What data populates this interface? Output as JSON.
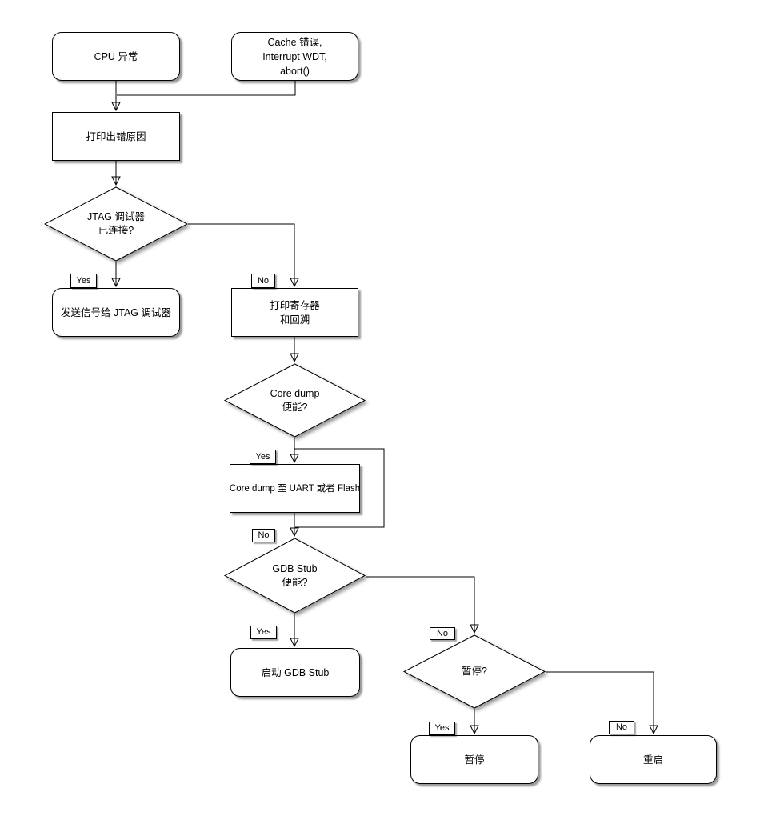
{
  "colors": {
    "stroke": "#000000",
    "node_fill": "#ffffff",
    "background": "#ffffff"
  },
  "nodes": {
    "cpu_exception": {
      "label": "CPU 异常",
      "shape": "rounded"
    },
    "cache_error": {
      "lines": [
        "Cache 错误,",
        "Interrupt WDT,",
        "abort()"
      ],
      "shape": "rounded"
    },
    "print_error_cause": {
      "label": "打印出错原因",
      "shape": "rect"
    },
    "jtag_connected": {
      "lines": [
        "JTAG 调试器",
        "已连接?"
      ],
      "shape": "diamond"
    },
    "send_signal_jtag": {
      "label": "发送信号给 JTAG 调试器",
      "shape": "rounded"
    },
    "print_registers": {
      "lines": [
        "打印寄存器",
        "和回溯"
      ],
      "shape": "rect"
    },
    "core_dump_enabled": {
      "lines": [
        "Core dump",
        "便能?"
      ],
      "shape": "diamond"
    },
    "core_dump_to_uart_flash": {
      "label": "Core dump 至 UART 或者 Flash",
      "shape": "rect"
    },
    "gdb_stub_enabled": {
      "lines": [
        "GDB Stub",
        "便能?"
      ],
      "shape": "diamond"
    },
    "start_gdb_stub": {
      "label": "启动 GDB Stub",
      "shape": "rounded"
    },
    "halt_question": {
      "label": "暂停?",
      "shape": "diamond"
    },
    "halt": {
      "label": "暂停",
      "shape": "rounded"
    },
    "reboot": {
      "label": "重启",
      "shape": "rounded"
    }
  },
  "edge_labels": {
    "jtag_yes": "Yes",
    "jtag_no": "No",
    "core_dump_yes": "Yes",
    "core_dump_no": "No",
    "gdb_yes": "Yes",
    "gdb_no": "No",
    "halt_yes": "Yes",
    "halt_no": "No"
  },
  "edges": [
    {
      "from": "cpu_exception",
      "to": "print_error_cause",
      "label": ""
    },
    {
      "from": "cache_error",
      "to": "print_error_cause",
      "label": ""
    },
    {
      "from": "print_error_cause",
      "to": "jtag_connected",
      "label": ""
    },
    {
      "from": "jtag_connected",
      "to": "send_signal_jtag",
      "label": "Yes"
    },
    {
      "from": "jtag_connected",
      "to": "print_registers",
      "label": "No"
    },
    {
      "from": "print_registers",
      "to": "core_dump_enabled",
      "label": ""
    },
    {
      "from": "core_dump_enabled",
      "to": "core_dump_to_uart_flash",
      "label": "Yes"
    },
    {
      "from": "core_dump_enabled",
      "to": "gdb_stub_enabled",
      "label": "No"
    },
    {
      "from": "core_dump_to_uart_flash",
      "to": "gdb_stub_enabled",
      "label": ""
    },
    {
      "from": "gdb_stub_enabled",
      "to": "start_gdb_stub",
      "label": "Yes"
    },
    {
      "from": "gdb_stub_enabled",
      "to": "halt_question",
      "label": "No"
    },
    {
      "from": "halt_question",
      "to": "halt",
      "label": "Yes"
    },
    {
      "from": "halt_question",
      "to": "reboot",
      "label": "No"
    }
  ]
}
